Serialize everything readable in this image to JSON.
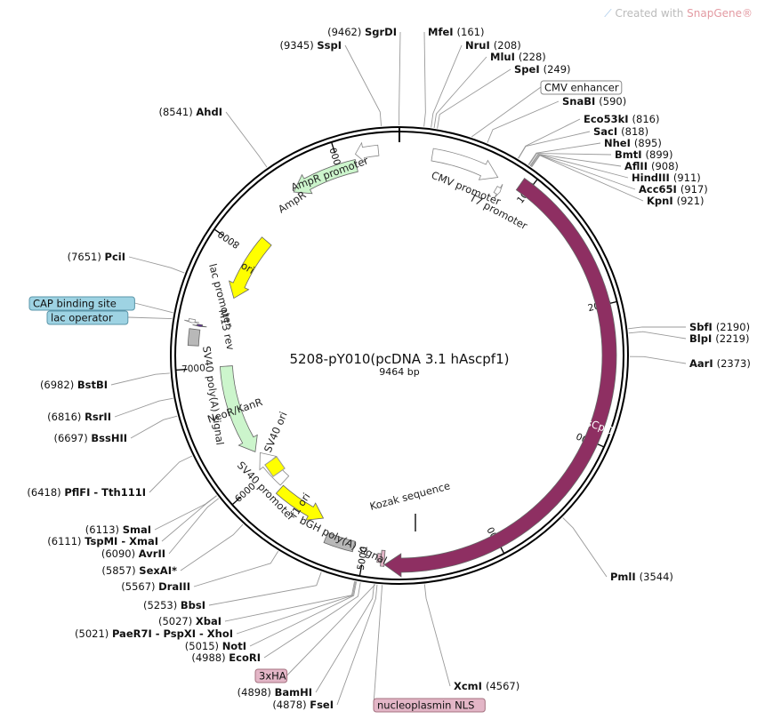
{
  "watermark": {
    "prefix": "Created with",
    "brand": "SnapGene®"
  },
  "plasmid": {
    "name": "5208-pY010(pcDNA 3.1 hAscpf1)",
    "size_label": "9464 bp",
    "length": 9464
  },
  "tick_labels": [
    "1000",
    "2000",
    "3000",
    "4000",
    "5000",
    "6000",
    "7000",
    "8000",
    "9000"
  ],
  "sites": [
    {
      "name": "SgrDI",
      "pos": "(9462)",
      "bp": 9462,
      "side": "right"
    },
    {
      "name": "SspI",
      "pos": "(9345)",
      "bp": 9345,
      "side": "right"
    },
    {
      "name": "MfeI",
      "pos": "(161)",
      "bp": 161,
      "side": "left"
    },
    {
      "name": "NruI",
      "pos": "(208)",
      "bp": 208,
      "side": "left"
    },
    {
      "name": "MluI",
      "pos": "(228)",
      "bp": 228,
      "side": "left"
    },
    {
      "name": "SpeI",
      "pos": "(249)",
      "bp": 249,
      "side": "left"
    },
    {
      "name": "SnaBI",
      "pos": "(590)",
      "bp": 590,
      "side": "left"
    },
    {
      "name": "Eco53kI",
      "pos": "(816)",
      "bp": 816,
      "side": "left"
    },
    {
      "name": "SacI",
      "pos": "(818)",
      "bp": 818,
      "side": "left"
    },
    {
      "name": "NheI",
      "pos": "(895)",
      "bp": 895,
      "side": "left"
    },
    {
      "name": "BmtI",
      "pos": "(899)",
      "bp": 899,
      "side": "left"
    },
    {
      "name": "AflII",
      "pos": "(908)",
      "bp": 908,
      "side": "left"
    },
    {
      "name": "HindIII",
      "pos": "(911)",
      "bp": 911,
      "side": "left"
    },
    {
      "name": "Acc65I",
      "pos": "(917)",
      "bp": 917,
      "side": "left"
    },
    {
      "name": "KpnI",
      "pos": "(921)",
      "bp": 921,
      "side": "left"
    },
    {
      "name": "SbfI",
      "pos": "(2190)",
      "bp": 2190,
      "side": "left"
    },
    {
      "name": "BlpI",
      "pos": "(2219)",
      "bp": 2219,
      "side": "left"
    },
    {
      "name": "AarI",
      "pos": "(2373)",
      "bp": 2373,
      "side": "left"
    },
    {
      "name": "PmlI",
      "pos": "(3544)",
      "bp": 3544,
      "side": "left"
    },
    {
      "name": "XcmI",
      "pos": "(4567)",
      "bp": 4567,
      "side": "left"
    },
    {
      "name": "FseI",
      "pos": "(4878)",
      "bp": 4878,
      "side": "right"
    },
    {
      "name": "BamHI",
      "pos": "(4898)",
      "bp": 4898,
      "side": "right"
    },
    {
      "name": "EcoRI",
      "pos": "(4988)",
      "bp": 4988,
      "side": "right"
    },
    {
      "name": "NotI",
      "pos": "(5015)",
      "bp": 5015,
      "side": "right"
    },
    {
      "name": "PaeR7I - PspXI - XhoI",
      "pos": "(5021)",
      "bp": 5021,
      "side": "right"
    },
    {
      "name": "XbaI",
      "pos": "(5027)",
      "bp": 5027,
      "side": "right"
    },
    {
      "name": "BbsI",
      "pos": "(5253)",
      "bp": 5253,
      "side": "right"
    },
    {
      "name": "DraIII",
      "pos": "(5567)",
      "bp": 5567,
      "side": "right"
    },
    {
      "name": "SexAI*",
      "pos": "(5857)",
      "bp": 5857,
      "side": "right",
      "muted": true
    },
    {
      "name": "AvrII",
      "pos": "(6090)",
      "bp": 6090,
      "side": "right"
    },
    {
      "name": "TspMI - XmaI",
      "pos": "(6111)",
      "bp": 6111,
      "side": "right"
    },
    {
      "name": "SmaI",
      "pos": "(6113)",
      "bp": 6113,
      "side": "right"
    },
    {
      "name": "PflFI - Tth111I",
      "pos": "(6418)",
      "bp": 6418,
      "side": "right"
    },
    {
      "name": "BssHII",
      "pos": "(6697)",
      "bp": 6697,
      "side": "right"
    },
    {
      "name": "RsrII",
      "pos": "(6816)",
      "bp": 6816,
      "side": "right"
    },
    {
      "name": "BstBI",
      "pos": "(6982)",
      "bp": 6982,
      "side": "right"
    },
    {
      "name": "PciI",
      "pos": "(7651)",
      "bp": 7651,
      "side": "right"
    },
    {
      "name": "AhdI",
      "pos": "(8541)",
      "bp": 8541,
      "side": "right"
    }
  ],
  "callouts": [
    {
      "label": "CMV enhancer",
      "bp": 480,
      "color": "#ffffff",
      "border": "#888888",
      "side": "left"
    },
    {
      "label": "CAP binding site",
      "bp": 7380,
      "color": "#9ed3e3",
      "border": "#5a95a8",
      "side": "right"
    },
    {
      "label": "lac operator",
      "bp": 7340,
      "color": "#9ed3e3",
      "border": "#5a95a8",
      "side": "right"
    },
    {
      "label": "3xHA",
      "bp": 4890,
      "color": "#e3b6c7",
      "border": "#a4717f",
      "side": "right"
    },
    {
      "label": "nucleoplasmin NLS",
      "bp": 4845,
      "color": "#e3b6c7",
      "border": "#a4717f",
      "side": "left"
    }
  ],
  "features": [
    {
      "name": "AsCpf1",
      "type": "cds",
      "start": 925,
      "end": 4840,
      "dir": "cw",
      "color": "#8e2f62",
      "label_inside": true
    },
    {
      "name": "AmpR",
      "type": "gene",
      "start": 8600,
      "end": 9130,
      "dir": "ccw",
      "color": "#ccf5cc",
      "label_inside": false
    },
    {
      "name": "ori",
      "type": "origin",
      "start": 7600,
      "end": 8170,
      "dir": "ccw",
      "color": "#ffff00",
      "label_inside": true
    },
    {
      "name": "NeoR/KanR",
      "type": "gene",
      "start": 6210,
      "end": 7005,
      "dir": "ccw",
      "color": "#ccf5cc",
      "label_inside": true
    },
    {
      "name": "f1 ori",
      "type": "origin",
      "start": 5390,
      "end": 5830,
      "dir": "ccw",
      "color": "#ffff00",
      "label_inside": true
    },
    {
      "name": "bGH poly(A) signal",
      "type": "terminator",
      "start": 5085,
      "end": 5310,
      "dir": "none",
      "color": "#b8b8b8",
      "label_inside": false
    },
    {
      "name": "SV40 poly(A) signal",
      "type": "terminator",
      "start": 7170,
      "end": 7290,
      "dir": "none",
      "color": "#b8b8b8",
      "label_inside": false
    },
    {
      "name": "SV40 promoter",
      "type": "promoter",
      "start": 5850,
      "end": 6180,
      "dir": "cw",
      "color": "#ffffff",
      "label_inside": false
    },
    {
      "name": "AmpR promoter",
      "type": "promoter",
      "start": 9140,
      "end": 9310,
      "dir": "ccw",
      "color": "#ffffff",
      "label_inside": false
    },
    {
      "name": "CMV promoter",
      "type": "promoter",
      "start": 245,
      "end": 760,
      "dir": "cw",
      "color": "#ffffff",
      "label_inside": false
    },
    {
      "name": "T7 promoter",
      "type": "promoter",
      "start": 790,
      "end": 830,
      "dir": "cw",
      "color": "#ffffff",
      "label_inside": false
    },
    {
      "name": "lac promoter",
      "type": "promoter",
      "start": 7335,
      "end": 7360,
      "dir": "ccw",
      "color": "#ffffff",
      "label_inside": false
    },
    {
      "name": "M13 rev",
      "type": "primer",
      "start": 7315,
      "end": 7330,
      "dir": "ccw",
      "color": "#5b2d8e",
      "label_inside": false
    },
    {
      "name": "SV40 ori",
      "type": "origin",
      "start": 0,
      "end": 0,
      "dir": "none",
      "color": "#ffff00",
      "label_inside": false
    },
    {
      "name": "Kozak sequence",
      "type": "misc",
      "start": 0,
      "end": 0,
      "dir": "none",
      "color": "#555555",
      "label_inside": false
    },
    {
      "name": "3xHA",
      "type": "tag",
      "start": 4870,
      "end": 4895,
      "dir": "none",
      "color": "#e3b6c7",
      "label_inside": false
    },
    {
      "name": "nucleoplasmin NLS",
      "type": "tag",
      "start": 4842,
      "end": 4868,
      "dir": "none",
      "color": "#e3b6c7",
      "label_inside": false
    }
  ]
}
